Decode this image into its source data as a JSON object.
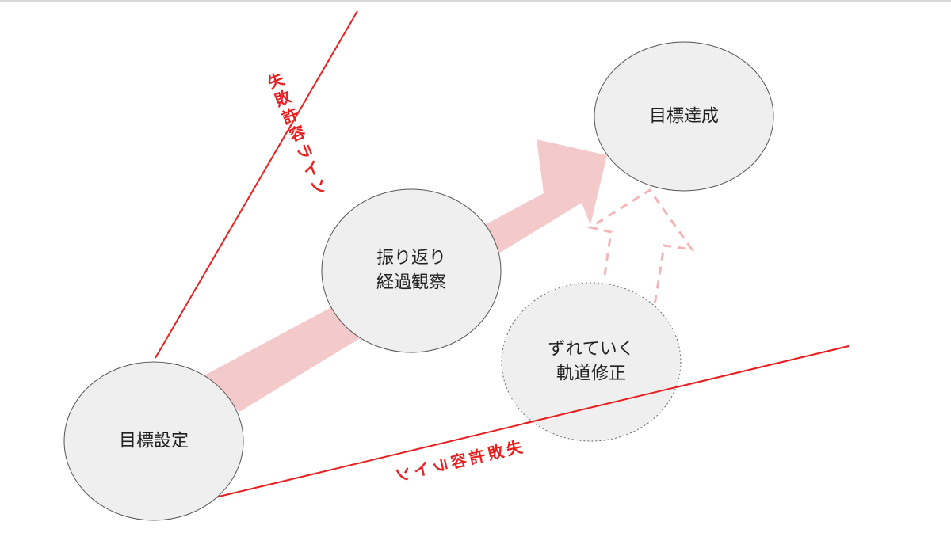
{
  "colors": {
    "background": "#ffffff",
    "top_border": "#d9d9d9",
    "limit_line": "#e8201f",
    "main_arrow": "#f4c9c9",
    "dashed_arrow": "#f2b6b6",
    "node_fill": "#efefef",
    "node_stroke": "#555555",
    "node_text": "#222222"
  },
  "nodes": {
    "goal_setting": {
      "label": "目標設定"
    },
    "review": {
      "line1": "振り返り",
      "line2": "経過観察"
    },
    "goal_achieved": {
      "label": "目標達成"
    },
    "correction": {
      "line1": "ずれていく",
      "line2": "軌道修正"
    }
  },
  "limits": {
    "upper": {
      "chars": [
        "失",
        "敗",
        "許",
        "容",
        "ラ",
        "イ",
        "ン"
      ]
    },
    "lower": {
      "chars": [
        "失",
        "敗",
        "許",
        "容",
        "ラ",
        "イ",
        "ン"
      ]
    }
  }
}
